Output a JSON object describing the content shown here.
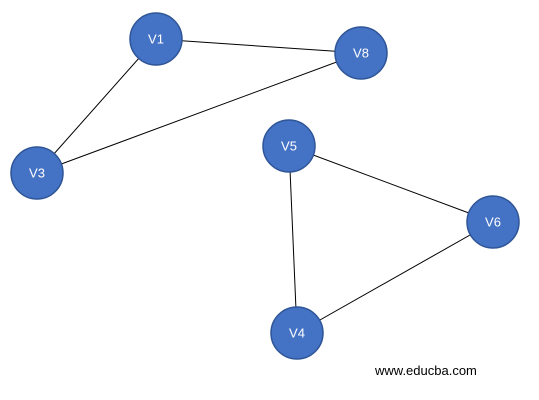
{
  "graph": {
    "node_color": "#4472c4",
    "nodes": [
      {
        "id": "V1",
        "label": "V1"
      },
      {
        "id": "V8",
        "label": "V8"
      },
      {
        "id": "V3",
        "label": "V3"
      },
      {
        "id": "V5",
        "label": "V5"
      },
      {
        "id": "V6",
        "label": "V6"
      },
      {
        "id": "V4",
        "label": "V4"
      }
    ],
    "edges": [
      {
        "from": "V1",
        "to": "V8"
      },
      {
        "from": "V1",
        "to": "V3"
      },
      {
        "from": "V3",
        "to": "V8"
      },
      {
        "from": "V5",
        "to": "V6"
      },
      {
        "from": "V5",
        "to": "V4"
      },
      {
        "from": "V4",
        "to": "V6"
      }
    ]
  },
  "watermark": "www.educba.com"
}
